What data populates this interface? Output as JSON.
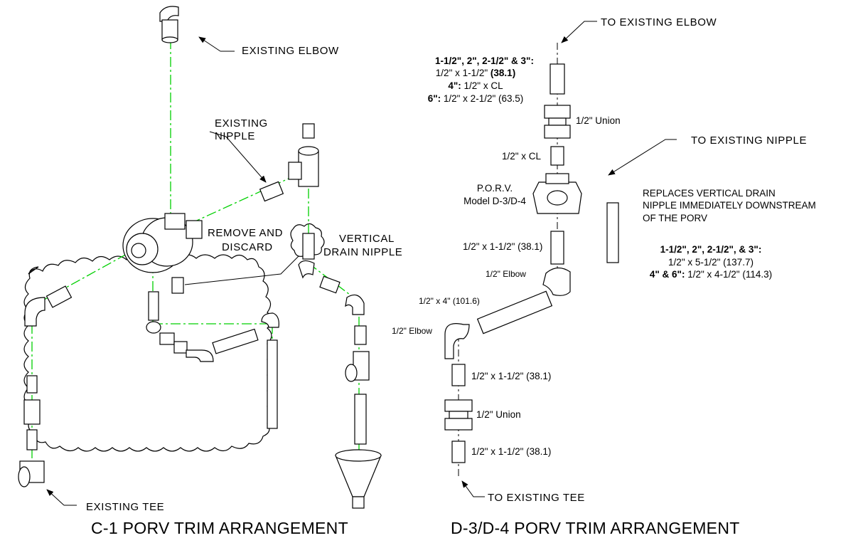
{
  "left": {
    "title": "C-1 PORV TRIM ARRANGEMENT",
    "existing_elbow": "EXISTING ELBOW",
    "existing_nipple_1": "EXISTING",
    "existing_nipple_2": "NIPPLE",
    "remove_1": "REMOVE AND",
    "remove_2": "DISCARD",
    "vertical_1": "VERTICAL",
    "vertical_2": "DRAIN NIPPLE",
    "existing_tee": "EXISTING TEE"
  },
  "right": {
    "title": "D-3/D-4 PORV TRIM ARRANGEMENT",
    "to_elbow": "TO EXISTING ELBOW",
    "sizes_a_bold": "1-1/2\", 2\", 2-1/2\" & 3\":",
    "sizes_b_text": "1/2\" x 1-1/2\" ",
    "sizes_b_bold": "(38.1)",
    "sizes_c_bold": "4\":",
    "sizes_c_text": " 1/2\" x CL",
    "sizes_d_bold": "6\":",
    "sizes_d_text": " 1/2\" x 2-1/2\" (63.5)",
    "union_top": "1/2\" Union",
    "to_nipple": "TO EXISTING NIPPLE",
    "nipple_cl": "1/2\" x CL",
    "porv_1": "P.O.R.V.",
    "porv_2": "Model D-3/D-4",
    "replaces_1": "REPLACES VERTICAL DRAIN",
    "replaces_2": "NIPPLE IMMEDIATELY DOWNSTREAM",
    "replaces_3": "OF THE PORV",
    "rep_a_bold": "1-1/2\", 2\", 2-1/2\", & 3\":",
    "rep_b": "1/2\" x 5-1/2\" (137.7)",
    "rep_c_bold": "4\" & 6\":",
    "rep_c_text": " 1/2\" x 4-1/2\" (114.3)",
    "nipple_mid": "1/2\" x 1-1/2\" (38.1)",
    "elbow_1": "1/2\" Elbow",
    "nipple_4": "1/2\" x 4\" (101.6)",
    "elbow_2": "1/2\" Elbow",
    "nipple_low1": "1/2\" x 1-1/2\" (38.1)",
    "union_bottom": "1/2\" Union",
    "nipple_low2": "1/2\" x 1-1/2\" (38.1)",
    "to_tee": "TO EXISTING TEE"
  }
}
